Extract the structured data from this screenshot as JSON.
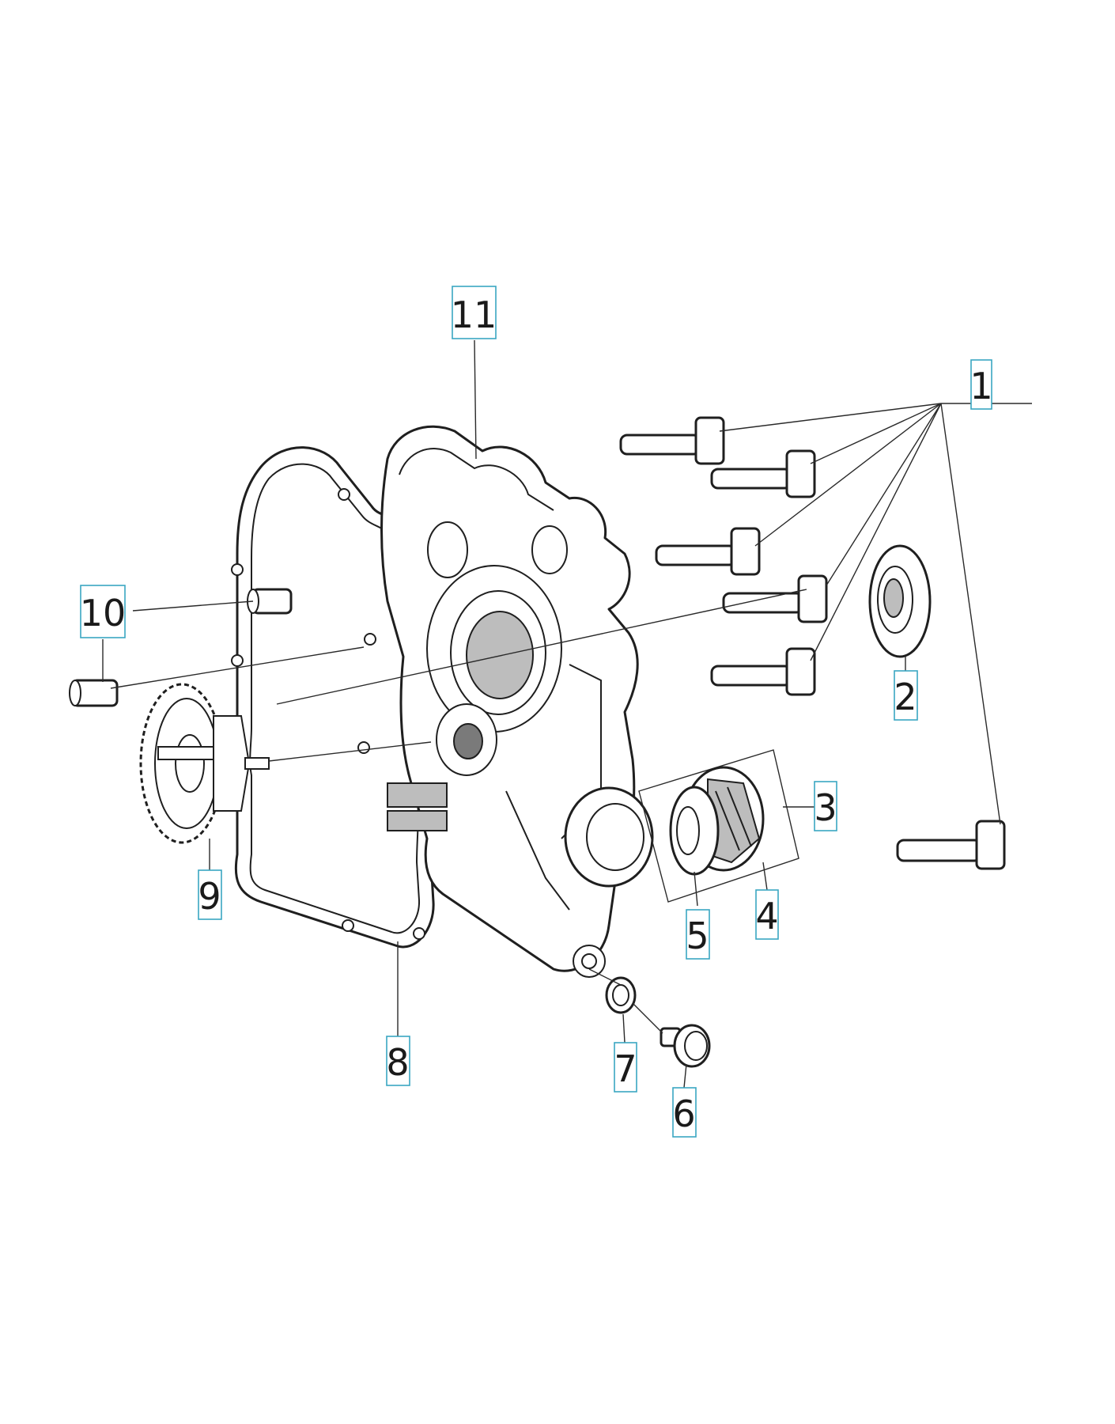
{
  "callouts": {
    "c1": "1",
    "c2": "2",
    "c3": "3",
    "c4": "4",
    "c5": "5",
    "c6": "6",
    "c7": "7",
    "c8": "8",
    "c9": "9",
    "c10": "10",
    "c11": "11"
  },
  "colors": {
    "callout_border": "#3aa6c2",
    "line": "#1f1f1f",
    "background": "#ffffff"
  }
}
